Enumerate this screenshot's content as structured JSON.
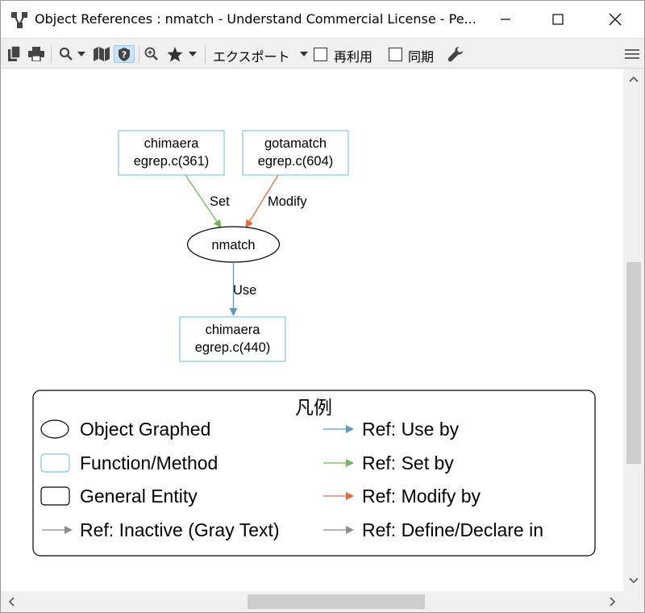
{
  "window": {
    "title": "Object References : nmatch - Understand Commercial License - Pe..."
  },
  "toolbar": {
    "export_label": "エクスポート",
    "reuse_label": "再利用",
    "sync_label": "同期",
    "reuse_checked": false,
    "sync_checked": false
  },
  "graph": {
    "nodes": {
      "chimaera_top": {
        "name": "chimaera",
        "location": "egrep.c(361)"
      },
      "gotamatch": {
        "name": "gotamatch",
        "location": "egrep.c(604)"
      },
      "nmatch": {
        "name": "nmatch"
      },
      "chimaera_bottom": {
        "name": "chimaera",
        "location": "egrep.c(440)"
      }
    },
    "edges": {
      "set": "Set",
      "modify": "Modify",
      "use": "Use"
    },
    "colors": {
      "node_border": "#8cc4dc",
      "use": "#5b9ac6",
      "set": "#72b85a",
      "modify": "#e86a3c",
      "inactive": "#8c8c8c"
    }
  },
  "legend": {
    "title": "凡例",
    "object_graphed": "Object Graphed",
    "function_method": "Function/Method",
    "general_entity": "General Entity",
    "ref_inactive": "Ref: Inactive (Gray Text)",
    "ref_use_by": "Ref: Use by",
    "ref_set_by": "Ref: Set by",
    "ref_modify_by": "Ref: Modify by",
    "ref_define": "Ref: Define/Declare in"
  }
}
